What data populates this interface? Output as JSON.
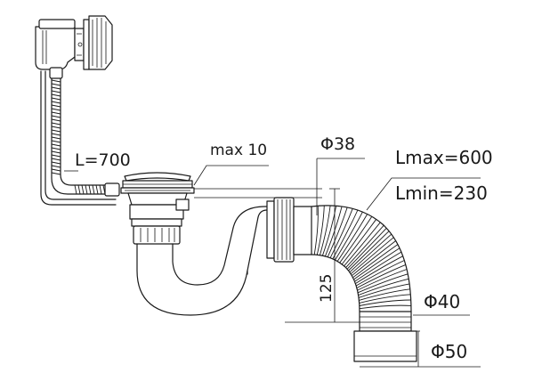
{
  "labels": {
    "cable_length": "L=700",
    "max_height": "max 10",
    "diameter_38": "Φ38",
    "length_max": "Lmax=600",
    "length_min": "Lmin=230",
    "drop_height": "125",
    "diameter_40": "Φ40",
    "diameter_50": "Φ50"
  }
}
